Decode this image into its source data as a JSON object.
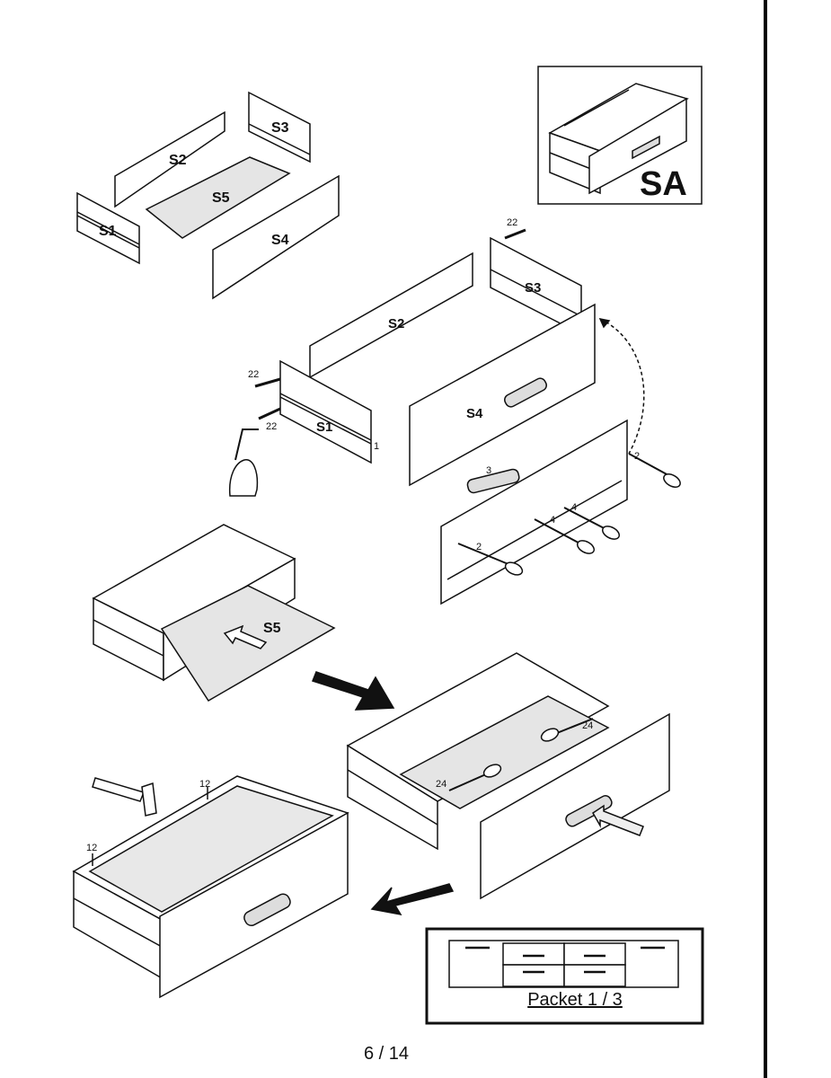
{
  "labels": {
    "s1": "S1",
    "s2": "S2",
    "s3": "S3",
    "s4": "S4",
    "s5": "S5",
    "sa": "SA"
  },
  "hardware": {
    "n22": "22",
    "n1": "1",
    "n2": "2",
    "n3": "3",
    "n4": "4",
    "n12": "12",
    "n24": "24"
  },
  "packet": {
    "text": "Packet 1 / 3"
  },
  "footer": {
    "page": "6 / 14"
  }
}
